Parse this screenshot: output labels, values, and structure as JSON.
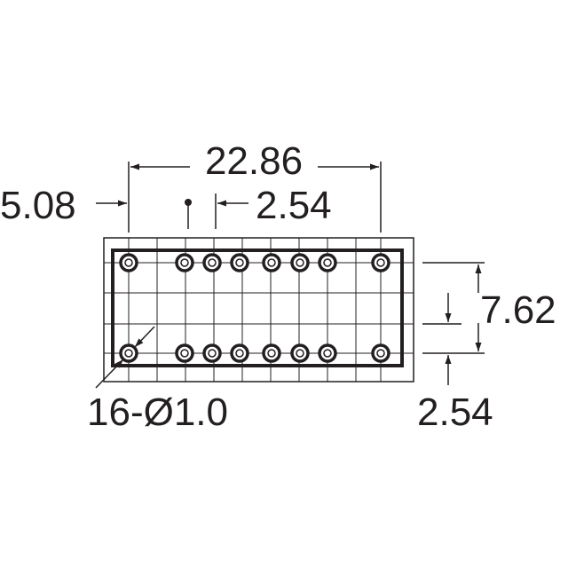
{
  "dimensions": {
    "overall_pitch": "22.86",
    "edge_offset": "5.08",
    "pin_pitch": "2.54",
    "row_spacing": "7.62",
    "row_pitch": "2.54",
    "hole_spec": "16-Ø1.0"
  },
  "colors": {
    "line": "#231f20",
    "background": "#ffffff"
  }
}
